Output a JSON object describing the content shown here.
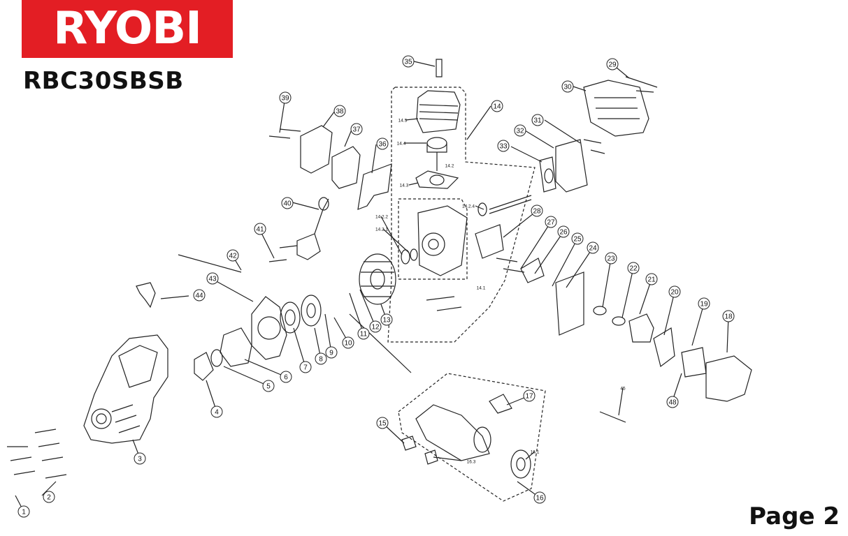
{
  "brand": {
    "logo_text": "RYOBI",
    "color": "#e31e24"
  },
  "model": "RBC30SBSB",
  "page_label": "Page 2",
  "callouts": [
    "1",
    "2",
    "3",
    "4",
    "5",
    "6",
    "7",
    "8",
    "9",
    "10",
    "11",
    "12",
    "13",
    "14",
    "14.1",
    "14.2",
    "14.2.1",
    "14.2.2",
    "14.2.4",
    "14.3",
    "14.4",
    "14.5",
    "15",
    "16",
    "16.1",
    "16.3",
    "17",
    "18",
    "19",
    "20",
    "21",
    "22",
    "23",
    "24",
    "25",
    "26",
    "27",
    "28",
    "29",
    "30",
    "31",
    "32",
    "33",
    "35",
    "36",
    "37",
    "38",
    "39",
    "40",
    "41",
    "42",
    "43",
    "44",
    "45",
    "48"
  ]
}
